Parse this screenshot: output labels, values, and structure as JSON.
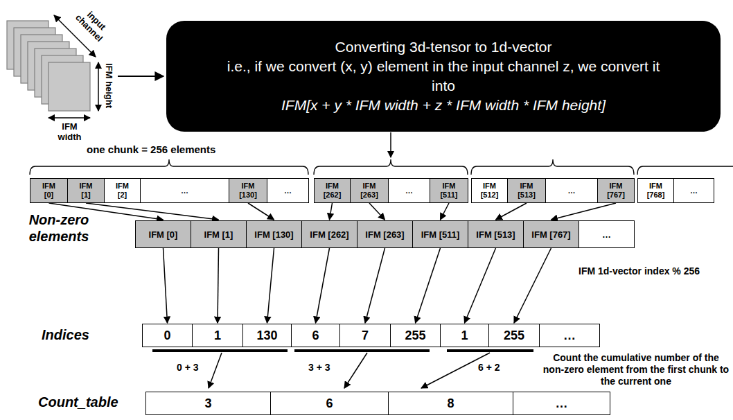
{
  "diagram": {
    "nodes": [
      {
        "text": [
          "Converting 3d-tensor to 1d-vector",
          "i.e., if we convert (x, y) element in the input channel z, we convert it into",
          "IFM[x + y * IFM width + z * IFM width * IFM height]"
        ]
      },
      {
        "text": [
          "IFM [0]"
        ]
      },
      {
        "text": [
          "IFM [1]"
        ]
      },
      {
        "text": [
          "IFM [2]"
        ]
      },
      {
        "text": [
          "…"
        ]
      },
      {
        "text": [
          "IFM [130]"
        ]
      },
      {
        "text": [
          "…"
        ]
      },
      {
        "text": [
          "IFM [262]"
        ]
      },
      {
        "text": [
          "IFM [263]"
        ]
      },
      {
        "text": [
          "…"
        ]
      },
      {
        "text": [
          "IFM [511]"
        ]
      },
      {
        "text": [
          "IFM [512]"
        ]
      },
      {
        "text": [
          "IFM [513]"
        ]
      },
      {
        "text": [
          "…"
        ]
      },
      {
        "text": [
          "IFM [767]"
        ]
      },
      {
        "text": [
          "IFM [768]"
        ]
      },
      {
        "text": [
          "…"
        ]
      },
      {
        "text": [
          "IFM [0]"
        ]
      },
      {
        "text": [
          "IFM [1]"
        ]
      },
      {
        "text": [
          "IFM [130]"
        ]
      },
      {
        "text": [
          "IFM [262]"
        ]
      },
      {
        "text": [
          "IFM [263]"
        ]
      },
      {
        "text": [
          "IFM [511]"
        ]
      },
      {
        "text": [
          "IFM [513]"
        ]
      },
      {
        "text": [
          "IFM [767]"
        ]
      },
      {
        "text": [
          "…"
        ]
      },
      {
        "text": [
          "0"
        ]
      },
      {
        "text": [
          "1"
        ]
      },
      {
        "text": [
          "130"
        ]
      },
      {
        "text": [
          "6"
        ]
      },
      {
        "text": [
          "7"
        ]
      },
      {
        "text": [
          "255"
        ]
      },
      {
        "text": [
          "1"
        ]
      },
      {
        "text": [
          "255"
        ]
      },
      {
        "text": [
          "…"
        ]
      },
      {
        "text": [
          "3"
        ]
      },
      {
        "text": [
          "6"
        ]
      },
      {
        "text": [
          "8"
        ]
      },
      {
        "text": [
          "…"
        ]
      }
    ],
    "edges": [
      {
        "from": 1,
        "to": 17,
        "arrow": "to"
      },
      {
        "from": 2,
        "to": 18,
        "arrow": "to"
      },
      {
        "from": 5,
        "to": 19,
        "arrow": "to"
      },
      {
        "from": 7,
        "to": 20,
        "arrow": "to"
      },
      {
        "from": 8,
        "to": 21,
        "arrow": "to"
      },
      {
        "from": 10,
        "to": 22,
        "arrow": "to"
      },
      {
        "from": 12,
        "to": 23,
        "arrow": "to"
      },
      {
        "from": 14,
        "to": 24,
        "arrow": "to"
      },
      {
        "from": 17,
        "to": 26,
        "arrow": "to"
      },
      {
        "from": 18,
        "to": 27,
        "arrow": "to"
      },
      {
        "from": 19,
        "to": 28,
        "arrow": "to"
      },
      {
        "from": 20,
        "to": 29,
        "arrow": "to"
      },
      {
        "from": 21,
        "to": 30,
        "arrow": "to"
      },
      {
        "from": 22,
        "to": 31,
        "arrow": "to"
      },
      {
        "from": 23,
        "to": 32,
        "arrow": "to"
      },
      {
        "from": 24,
        "to": 33,
        "arrow": "to"
      }
    ],
    "labels": [
      "input channel",
      "IFM height",
      "IFM width",
      "one chunk = 256 elements",
      "Non-zero elements",
      "IFM 1d-vector index % 256",
      "Indices",
      "0 + 3",
      "3 + 3",
      "6 + 2",
      "Count the cumulative number of the non-zero element from the first chunk to the current one",
      "Count_table"
    ]
  }
}
